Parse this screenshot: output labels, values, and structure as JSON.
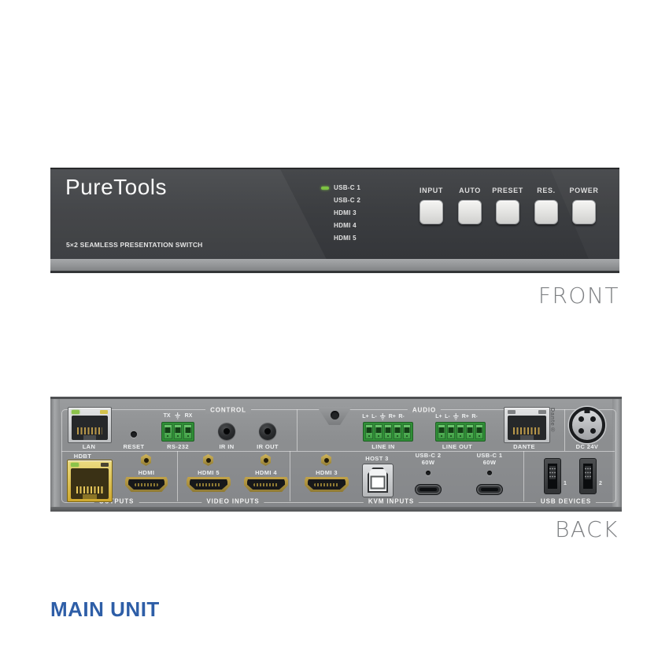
{
  "front": {
    "logo": "PureTools",
    "tagline": "5×2 SEAMLESS PRESENTATION SWITCH",
    "leds": [
      {
        "label": "USB-C 1",
        "on": true
      },
      {
        "label": "USB-C 2",
        "on": false
      },
      {
        "label": "HDMI 3",
        "on": false
      },
      {
        "label": "HDMI 4",
        "on": false
      },
      {
        "label": "HDMI 5",
        "on": false
      }
    ],
    "buttons": [
      "INPUT",
      "AUTO",
      "PRESET",
      "RES.",
      "POWER"
    ],
    "caption": "FRONT"
  },
  "back": {
    "groups": {
      "control": "CONTROL",
      "audio": "AUDIO",
      "outputs": "OUTPUTS",
      "video_inputs": "VIDEO INPUTS",
      "kvm_inputs": "KVM INPUTS",
      "usb_devices": "USB DEVICES"
    },
    "ports": {
      "lan": "LAN",
      "reset": "RESET",
      "rs232": "RS-232",
      "ir_in": "IR IN",
      "ir_out": "IR OUT",
      "line_in": "LINE IN",
      "line_out": "LINE OUT",
      "dante": "DANTE",
      "dc": "DC 24V",
      "hdbt": "HDBT",
      "hdmi_out": "HDMI",
      "hdmi5": "HDMI 5",
      "hdmi4": "HDMI 4",
      "hdmi3": "HDMI 3",
      "host3": "HOST 3",
      "usbc2": "USB-C 2",
      "usbc2_power": "60W",
      "usbc1": "USB-C 1",
      "usbc1_power": "60W"
    },
    "rs232_pins": [
      "TX",
      "RX"
    ],
    "audio_pins": [
      "L+",
      "L-",
      "R+",
      "R-"
    ],
    "dante_logo": "Dante®",
    "usb_numbers": [
      "1",
      "2"
    ],
    "caption": "BACK"
  },
  "footer": {
    "label": "MAIN UNIT"
  },
  "colors": {
    "led_green": "#7dc242",
    "phoenix_green": "#3f9e44",
    "hdbt_yellow": "#d9bf45",
    "main_unit_blue": "#2e5ea7",
    "caption_gray": "#7e8083"
  }
}
